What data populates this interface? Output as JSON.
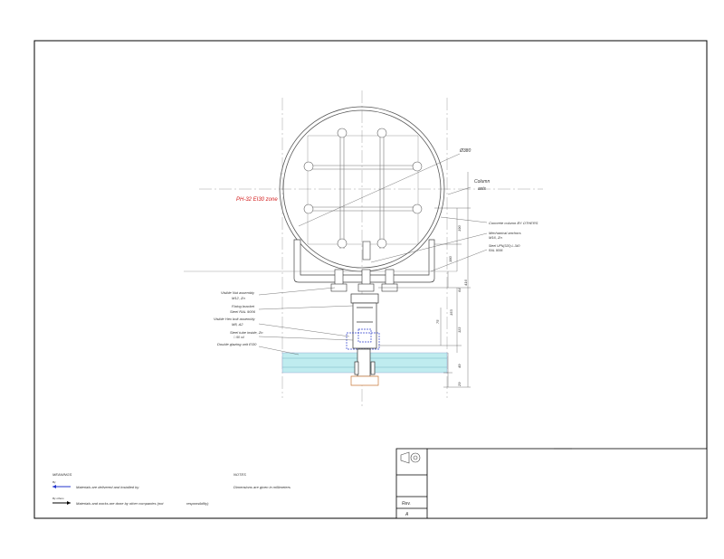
{
  "drawing": {
    "zone_label": "PH-32  EI30 zone",
    "diameter_label": "Ø380",
    "column_axis_label": [
      "Column",
      "axis"
    ],
    "dimensions": [
      "190",
      "180",
      "416",
      "64",
      "153",
      "75",
      "113",
      "49",
      "29"
    ],
    "callouts_right": [
      {
        "lines": [
          "Concrete column BY OTHERS"
        ]
      },
      {
        "lines": [
          "Mechanical anchors",
          "M16, Zn"
        ]
      },
      {
        "lines": [
          "Steel UPN(320) L-340",
          "RAL 9006"
        ]
      }
    ],
    "callouts_left": [
      {
        "lines": [
          "Visible Nut assembly",
          "M12, Zn"
        ]
      },
      {
        "lines": [
          "Fixing bracket",
          "Steel RAL 9006"
        ]
      },
      {
        "lines": [
          "Visible Hex bolt assembly",
          "M8, A2"
        ]
      },
      {
        "lines": [
          "Steel tube inside, Zn",
          "□ 50 x4"
        ]
      },
      {
        "lines": [
          "Double glazing unit EI30"
        ]
      }
    ]
  },
  "legend": {
    "title": "MEANINGS",
    "blue_arrow_small": "By",
    "blue_arrow_text": "Materials are delivered and installed by",
    "black_arrow_small": "By others",
    "black_arrow_text": "Materials and works are done by other companies (not",
    "black_arrow_tail": "responsibility)"
  },
  "notes": {
    "title": "NOTES",
    "text": "Dimensions are given in millimeters"
  },
  "title_block": {
    "rev_label": "Rev.",
    "rev_value": "A"
  },
  "colors": {
    "zone_red": "#d42020",
    "glass_cyan": "#bfecef",
    "blue_arrow": "#2233cc",
    "frame": "#000000",
    "line_gray": "#555555",
    "bracket_orange": "#c87a3a"
  }
}
